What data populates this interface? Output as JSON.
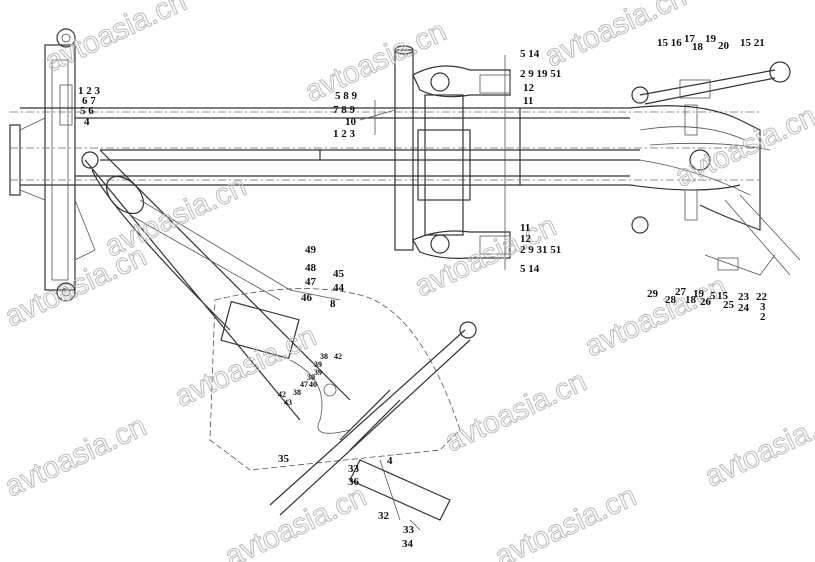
{
  "watermark": "avtoasia.cn",
  "labels": {
    "left": [
      "1 2 3",
      "6 7",
      "5 6",
      "4"
    ],
    "center_top": [
      "5 14",
      "2 9 19 51",
      "12",
      "11",
      "5 8 9",
      "7 8 9",
      "10",
      "1 2 3"
    ],
    "center_bottom": [
      "11",
      "12",
      "2 9 31 51",
      "5 14"
    ],
    "right_top": [
      "15 16",
      "17",
      "18",
      "19",
      "20",
      "15 21"
    ],
    "right_bottom": [
      "29",
      "28",
      "27",
      "18",
      "19",
      "26",
      "5",
      "15",
      "25",
      "23",
      "24",
      "22",
      "3",
      "2"
    ],
    "arm": [
      "49",
      "48",
      "47",
      "46",
      "45",
      "44",
      "8",
      "38",
      "42",
      "39",
      "39",
      "30",
      "47",
      "40",
      "42",
      "38",
      "43"
    ],
    "bottom": [
      "35",
      "33",
      "36",
      "4",
      "32",
      "33",
      "34"
    ]
  }
}
